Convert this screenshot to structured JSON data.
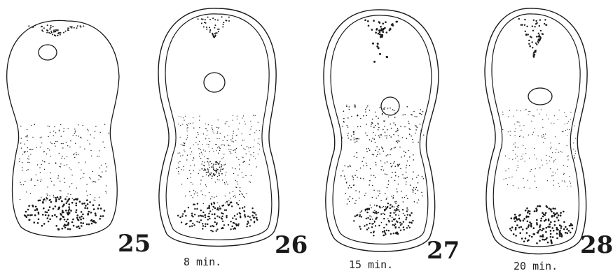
{
  "figures": [
    {
      "number": "25",
      "time": ""
    },
    {
      "number": "26",
      "time": "8 min."
    },
    {
      "number": "27",
      "time": "15 min."
    },
    {
      "number": "28",
      "time": "20 min."
    }
  ],
  "colors": {
    "ink": "#1a1a1a",
    "paper": "#ffffff"
  }
}
